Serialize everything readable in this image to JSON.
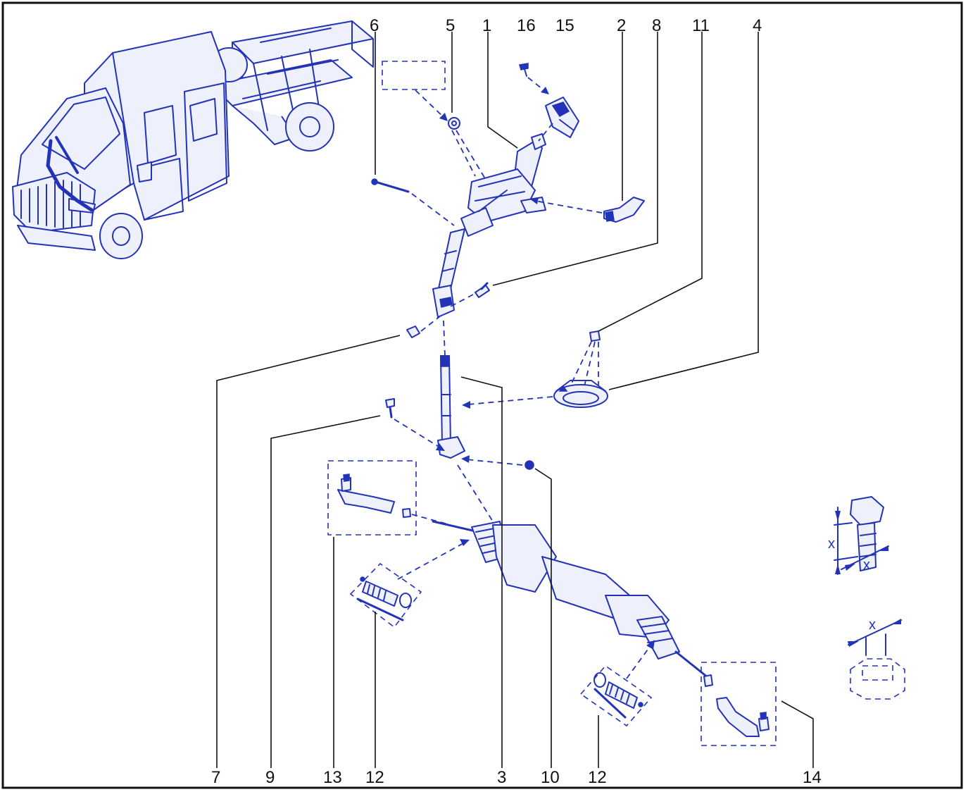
{
  "colors": {
    "accent": "#2233b8",
    "part_fill": "#eef0fb",
    "frame": "#111111"
  },
  "callouts": {
    "top": [
      "6",
      "5",
      "1",
      "16",
      "15",
      "2",
      "8",
      "11",
      "4"
    ],
    "bottom": [
      "7",
      "9",
      "13",
      "12",
      "3",
      "10",
      "12",
      "14"
    ]
  },
  "dimension_label": "x",
  "icons": [
    "vehicle-chassis-cab-icon",
    "bolt-dimension-icon",
    "nut-dimension-icon"
  ]
}
